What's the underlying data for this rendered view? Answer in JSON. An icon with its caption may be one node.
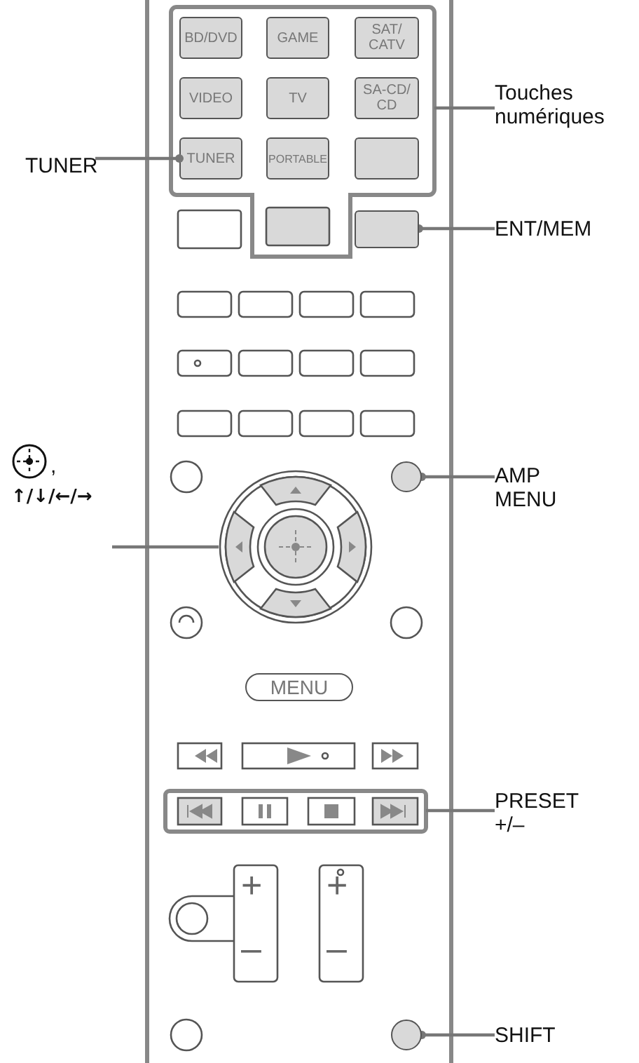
{
  "diagram": {
    "nodes": [
      {
        "text": [],
        "shape": "box"
      },
      {
        "text": [
          "BD/DVD"
        ],
        "in": 0
      },
      {
        "text": [
          "GAME"
        ],
        "in": 0
      },
      {
        "text": [
          "SAT/ CATV"
        ],
        "in": 0
      },
      {
        "text": [
          "VIDEO"
        ],
        "in": 0
      },
      {
        "text": [
          "TV"
        ],
        "in": 0
      },
      {
        "text": [
          "SA-CD/ CD"
        ],
        "in": 0
      },
      {
        "text": [
          "TUNER"
        ],
        "in": 0
      },
      {
        "text": [
          "PORTABLE"
        ],
        "in": 0
      },
      {
        "text": [],
        "shape": "box",
        "in": 0
      },
      {
        "text": [
          "Touches numériques"
        ]
      },
      {
        "text": [
          "TUNER"
        ]
      },
      {
        "text": [],
        "shape": "box"
      },
      {
        "text": [
          "ENT/MEM"
        ]
      },
      {
        "text": [],
        "shape": "circle"
      },
      {
        "text": [
          "AMP MENU"
        ]
      },
      {
        "text": [],
        "shape": "circle"
      },
      {
        "text": [
          ",",
          "↑/↓/←/→"
        ]
      },
      {
        "text": [
          "MENU"
        ]
      },
      {
        "text": [],
        "shape": "box"
      },
      {
        "text": [
          "PRESET +/–"
        ]
      },
      {
        "text": [],
        "shape": "circle"
      },
      {
        "text": [
          "SHIFT"
        ]
      }
    ],
    "edges": [
      {
        "from": 10,
        "to": 0,
        "arrow": "none"
      },
      {
        "from": 11,
        "to": 7,
        "arrow": "other"
      },
      {
        "from": 13,
        "to": 12,
        "arrow": "other"
      },
      {
        "from": 15,
        "to": 14,
        "arrow": "other"
      },
      {
        "from": 17,
        "to": 16,
        "arrow": "none"
      },
      {
        "from": 20,
        "to": 19,
        "arrow": "none"
      },
      {
        "from": 22,
        "to": 21,
        "arrow": "other"
      }
    ],
    "labels": [
      "+",
      "–",
      "+",
      "–"
    ]
  }
}
